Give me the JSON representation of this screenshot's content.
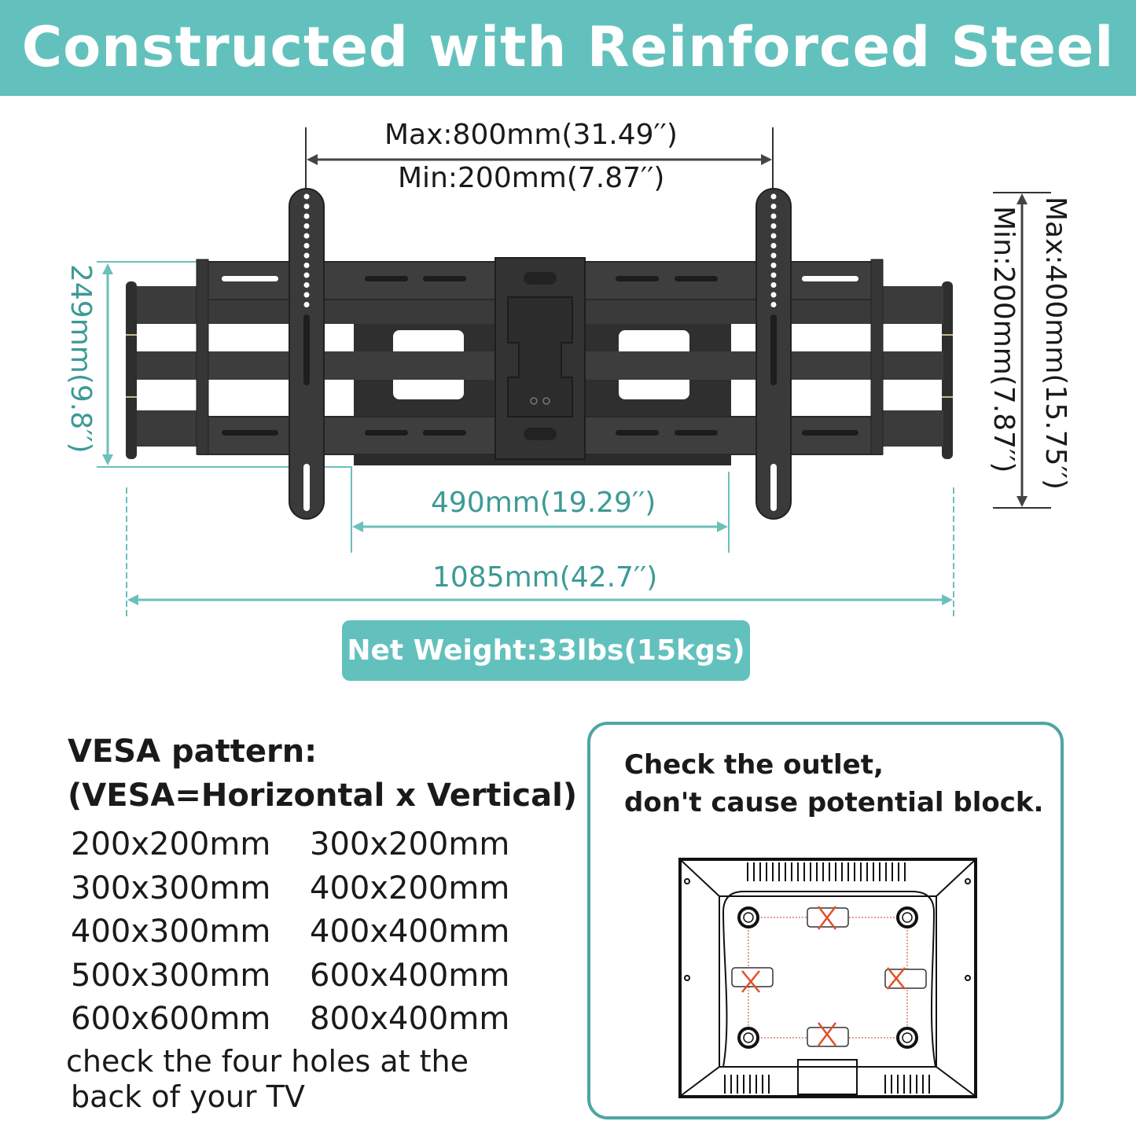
{
  "banner": {
    "title": "Constructed with Reinforced Steel",
    "color": "#63c1bd"
  },
  "dimensions": {
    "vesa_horizontal_max": "Max:800mm(31.49′′)",
    "vesa_horizontal_min": "Min:200mm(7.87′′)",
    "vesa_vertical_max": "Max:400mm(15.75′′)",
    "vesa_vertical_min": "Min:200mm(7.87′′)",
    "wall_plate_height": "249mm(9.8′′)",
    "wall_plate_width": "490mm(19.29′′)",
    "max_extension_width": "1085mm(42.7′′)"
  },
  "weight": {
    "label": "Net Weight:33lbs(15kgs)"
  },
  "vesa": {
    "title": "VESA pattern:",
    "subtitle": "(VESA=Horizontal x Vertical)",
    "patterns": [
      [
        "200x200mm",
        "300x200mm"
      ],
      [
        "300x300mm",
        "400x200mm"
      ],
      [
        "400x300mm",
        "400x400mm"
      ],
      [
        "500x300mm",
        "600x400mm"
      ],
      [
        "600x600mm",
        "800x400mm"
      ]
    ],
    "note_line1": "check the four holes at the",
    "note_line2": "back of your TV"
  },
  "outlet": {
    "line1": "Check the outlet,",
    "line2": "don't cause potential block."
  },
  "colors": {
    "accent": "#63c1bd",
    "dimension_teal": "#3d9a95",
    "steel": "#3a3a3a",
    "cross_mark": "#e0502a"
  }
}
